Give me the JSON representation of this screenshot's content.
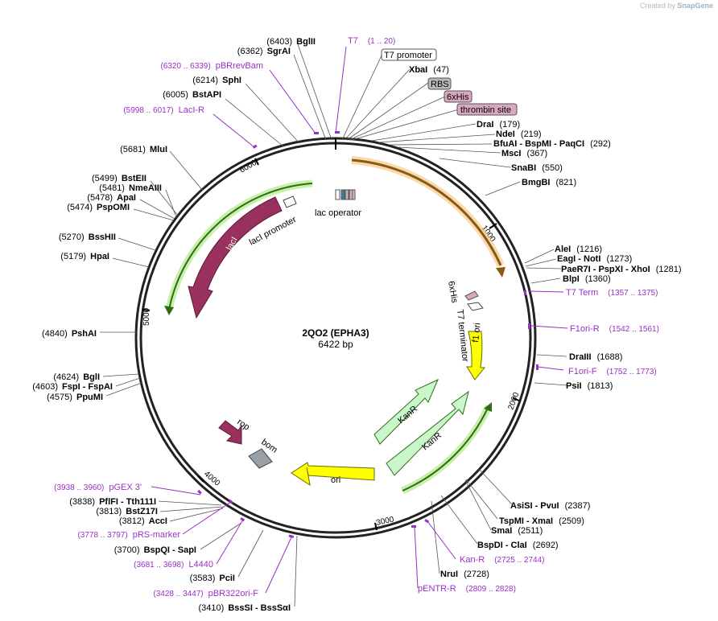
{
  "credit": {
    "prefix": "Created by",
    "brand": "SnapGene"
  },
  "plasmid": {
    "name": "2QO2 (EPHA3)",
    "length_label": "6422 bp",
    "length": 6422
  },
  "ticks": [
    "1000",
    "2000",
    "3000",
    "4000",
    "5000",
    "6000"
  ],
  "colors": {
    "primer": "#9a2fc7",
    "backbone": "#222222",
    "lacI": "#99305e",
    "kanR": "#c9f7c9",
    "ori": "#ffff00",
    "f1ori": "#ffff00",
    "bom": "#9aa1a6",
    "rop": "#99305e"
  },
  "sites": [
    {
      "name": "BglII",
      "pos": "(6403)"
    },
    {
      "name": "SgrAI",
      "pos": "(6362)"
    },
    {
      "name": "SphI",
      "pos": "(6214)"
    },
    {
      "name": "BstAPI",
      "pos": "(6005)"
    },
    {
      "name": "MluI",
      "pos": "(5681)"
    },
    {
      "name": "BstEII",
      "pos": "(5499)"
    },
    {
      "name": "NmeAIII",
      "pos": "(5481)"
    },
    {
      "name": "ApaI",
      "pos": "(5478)"
    },
    {
      "name": "PspOMI",
      "pos": "(5474)"
    },
    {
      "name": "BssHII",
      "pos": "(5270)"
    },
    {
      "name": "HpaI",
      "pos": "(5179)"
    },
    {
      "name": "PshAI",
      "pos": "(4840)"
    },
    {
      "name": "BglI",
      "pos": "(4624)"
    },
    {
      "name": "FspI - FspAI",
      "pos": "(4603)"
    },
    {
      "name": "PpuMI",
      "pos": "(4575)"
    },
    {
      "name": "PflFI - Tth111I",
      "pos": "(3838)"
    },
    {
      "name": "BstZ17I",
      "pos": "(3813)"
    },
    {
      "name": "AccI",
      "pos": "(3812)"
    },
    {
      "name": "BspQI - SapI",
      "pos": "(3700)"
    },
    {
      "name": "PciI",
      "pos": "(3583)"
    },
    {
      "name": "BssSI - BssSαI",
      "pos": "(3410)"
    },
    {
      "name": "XbaI",
      "pos": "(47)"
    },
    {
      "name": "DraI",
      "pos": "(179)"
    },
    {
      "name": "NdeI",
      "pos": "(219)"
    },
    {
      "name": "BfuAI - BspMI - PaqCI",
      "pos": "(292)"
    },
    {
      "name": "MscI",
      "pos": "(367)"
    },
    {
      "name": "SnaBI",
      "pos": "(550)"
    },
    {
      "name": "BmgBI",
      "pos": "(821)"
    },
    {
      "name": "AleI",
      "pos": "(1216)"
    },
    {
      "name": "EagI - NotI",
      "pos": "(1273)"
    },
    {
      "name": "PaeR7I - PspXI - XhoI",
      "pos": "(1281)"
    },
    {
      "name": "BlpI",
      "pos": "(1360)"
    },
    {
      "name": "DraIII",
      "pos": "(1688)"
    },
    {
      "name": "PsiI",
      "pos": "(1813)"
    },
    {
      "name": "AsiSI - PvuI",
      "pos": "(2387)"
    },
    {
      "name": "TspMI - XmaI",
      "pos": "(2509)"
    },
    {
      "name": "SmaI",
      "pos": "(2511)"
    },
    {
      "name": "BspDI - ClaI",
      "pos": "(2692)"
    },
    {
      "name": "NruI",
      "pos": "(2728)"
    }
  ],
  "primers": [
    {
      "name": "T7",
      "range": "(1 .. 20)"
    },
    {
      "name": "pBRrevBam",
      "range": "(6320 .. 6339)"
    },
    {
      "name": "LacI-R",
      "range": "(5998 .. 6017)"
    },
    {
      "name": "T7 Term",
      "range": "(1357 .. 1375)"
    },
    {
      "name": "F1ori-R",
      "range": "(1542 .. 1561)"
    },
    {
      "name": "F1ori-F",
      "range": "(1752 .. 1773)"
    },
    {
      "name": "Kan-R",
      "range": "(2725 .. 2744)"
    },
    {
      "name": "pENTR-R",
      "range": "(2809 .. 2828)"
    },
    {
      "name": "pGEX 3'",
      "range": "(3938 .. 3960)"
    },
    {
      "name": "pRS-marker",
      "range": "(3778 .. 3797)"
    },
    {
      "name": "L4440",
      "range": "(3681 .. 3698)"
    },
    {
      "name": "pBR322ori-F",
      "range": "(3428 .. 3447)"
    }
  ],
  "boxed_features": [
    "T7 promoter",
    "RBS",
    "6xHis",
    "thrombin site"
  ],
  "features": {
    "lac_operator": "lac operator",
    "lacI": "lacI",
    "lacI_promoter": "lacI promoter",
    "his_inner": "6xHis",
    "t7_terminator": "T7 terminator",
    "f1_ori": "f1 ori",
    "kanR": "KanR",
    "ori": "ori",
    "rop": "rop",
    "bom": "bom"
  }
}
